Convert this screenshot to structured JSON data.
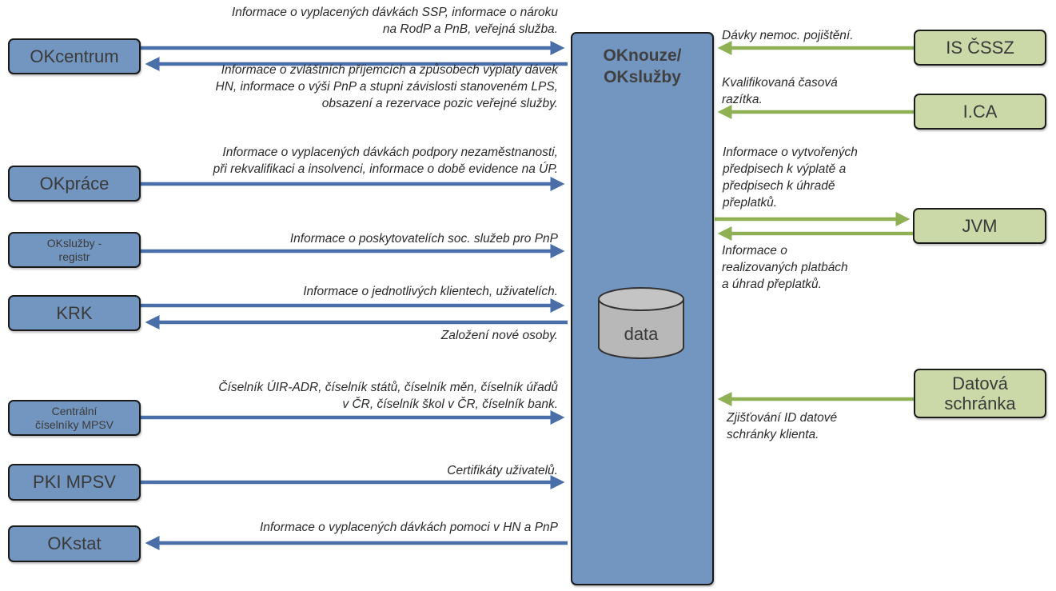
{
  "colors": {
    "blue_box": "#7396c0",
    "green_box": "#cad9a7",
    "blue_arrow": "#4a6ea8",
    "green_arrow": "#8fb053"
  },
  "center": {
    "title_line1": "OKnouze/",
    "title_line2": "OKslužby",
    "database_label": "data"
  },
  "left_systems": [
    {
      "id": "okcentrum",
      "label": "OKcentrum"
    },
    {
      "id": "okprace",
      "label": "OKpráce"
    },
    {
      "id": "oksluzby-registr",
      "label_line1": "OKslužby -",
      "label_line2": "registr"
    },
    {
      "id": "krk",
      "label": "KRK"
    },
    {
      "id": "centralni-ciselniky",
      "label_line1": "Centrální",
      "label_line2": "číselníky MPSV"
    },
    {
      "id": "pki-mpsv",
      "label": "PKI MPSV"
    },
    {
      "id": "okstat",
      "label": "OKstat"
    }
  ],
  "right_systems": [
    {
      "id": "is-cssz",
      "label": "IS ČSSZ"
    },
    {
      "id": "ica",
      "label": "I.CA"
    },
    {
      "id": "jvm",
      "label": "JVM"
    },
    {
      "id": "datova-schranka",
      "label_line1": "Datová",
      "label_line2": "schránka"
    }
  ],
  "flows": {
    "okcentrum_out": [
      "Informace o vyplacených dávkách SSP, informace o nároku",
      "na RodP a PnB, veřejná služba."
    ],
    "okcentrum_in": [
      "Informace o zvláštních příjemcích a způsobech výplaty dávek",
      "HN, informace o výši PnP a stupni závislosti stanoveném LPS,",
      "obsazení a rezervace pozic veřejné služby."
    ],
    "okprace_out": [
      "Informace o vyplacených dávkách podpory nezaměstnanosti,",
      "při rekvalifikaci a insolvenci, informace o době evidence na ÚP."
    ],
    "registr_out": [
      "Informace o poskytovatelích soc. služeb pro PnP"
    ],
    "krk_out": [
      "Informace o jednotlivých klientech, uživatelích."
    ],
    "krk_in": [
      "Založení nové osoby."
    ],
    "ciselniky_out": [
      "Číselník ÚIR-ADR, číselník států, číselník měn, číselník úřadů",
      "v ČR, číselník škol v ČR, číselník bank."
    ],
    "pki_out": [
      "Certifikáty uživatelů."
    ],
    "okstat_in": [
      "Informace o vyplacených dávkách pomoci v HN a PnP"
    ],
    "cssz_in": [
      "Dávky nemoc. pojištění."
    ],
    "ica_in": [
      "Kvalifikovaná časová",
      "razítka."
    ],
    "jvm_out": [
      "Informace o vytvořených",
      "předpisech k výplatě a",
      "předpisech k úhradě",
      "přeplatků."
    ],
    "jvm_in": [
      "Informace o",
      "realizovaných platbách",
      "a úhrad přeplatků."
    ],
    "ds_in": [
      "Zjišťování ID datové",
      "schránky klienta."
    ]
  }
}
